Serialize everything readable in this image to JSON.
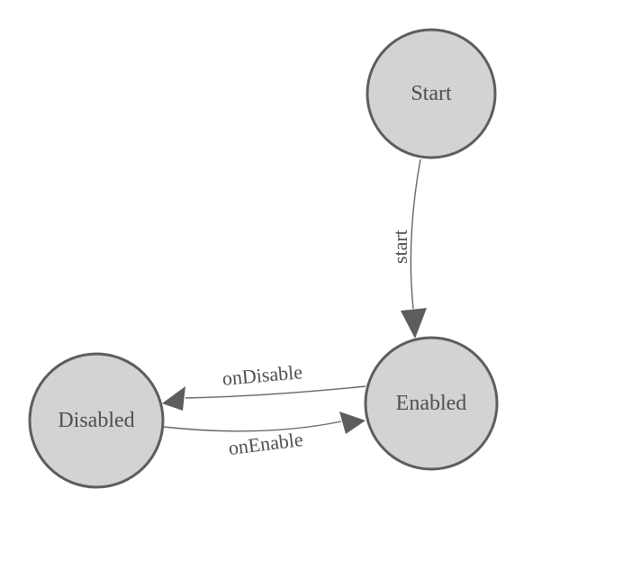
{
  "diagram": {
    "type": "state-machine",
    "nodes": [
      {
        "id": "start-state",
        "label": "Start"
      },
      {
        "id": "enabled-state",
        "label": "Enabled"
      },
      {
        "id": "disabled-state",
        "label": "Disabled"
      }
    ],
    "edges": [
      {
        "from": "Start",
        "to": "Enabled",
        "label": "start"
      },
      {
        "from": "Enabled",
        "to": "Disabled",
        "label": "onDisable"
      },
      {
        "from": "Disabled",
        "to": "Enabled",
        "label": "onEnable"
      }
    ]
  },
  "colors": {
    "background": "#ffffff",
    "node-fill": "#d3d3d3",
    "node-stroke": "#5d5d5d",
    "edge-stroke": "#666666",
    "arrow-fill": "#5d5d5d",
    "label-text": "#4f4f4f"
  }
}
